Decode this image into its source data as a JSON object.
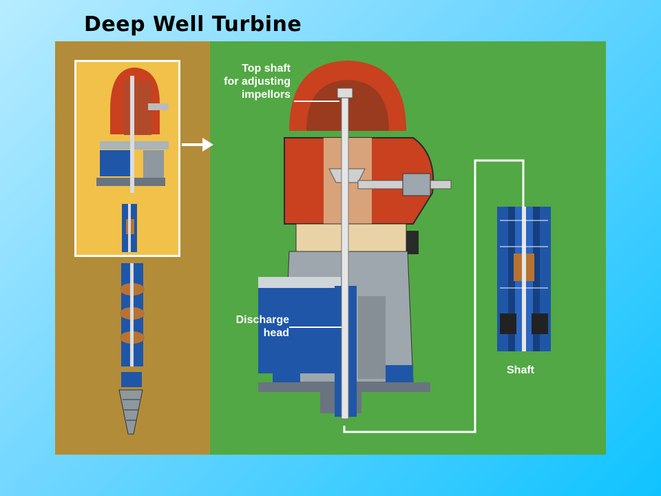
{
  "title": "Deep Well Turbine",
  "labels": {
    "top_shaft": [
      "Top shaft",
      "for adjusting",
      "impellors"
    ],
    "discharge_head": [
      "Discharge",
      "head"
    ],
    "shaft": "Shaft"
  },
  "colors": {
    "panel_left": "#b38c39",
    "panel_right": "#52a844",
    "thumbnail_bg": "#f1c14a",
    "motor_red": "#c9411f",
    "pipe_blue": "#1f56a8",
    "casing_gray": "#9da7ad"
  }
}
